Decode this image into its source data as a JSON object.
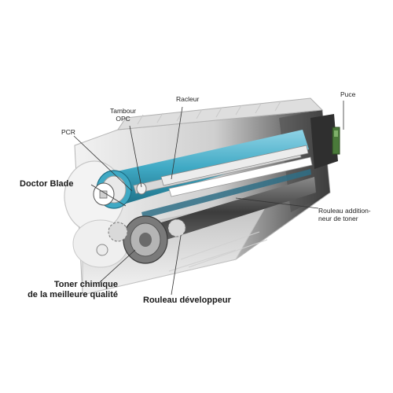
{
  "labels": {
    "puce": "Puce",
    "racleur": "Racleur",
    "tambour_line1": "Tambour",
    "tambour_line2": "OPC",
    "pcr": "PCR",
    "doctor_blade": "Doctor Blade",
    "rouleau_additionneur_line1": "Rouleau addition-",
    "rouleau_additionneur_line2": "neur de toner",
    "toner_line1": "Toner chimique",
    "toner_line2": "de la meilleure qualité",
    "rouleau_developpeur": "Rouleau développeur"
  },
  "colors": {
    "drum_cyan": "#3fa9c4",
    "chip_green": "#4a7a3a",
    "housing_light": "#e9e9e9",
    "housing_dark": "#3a3a3a"
  }
}
